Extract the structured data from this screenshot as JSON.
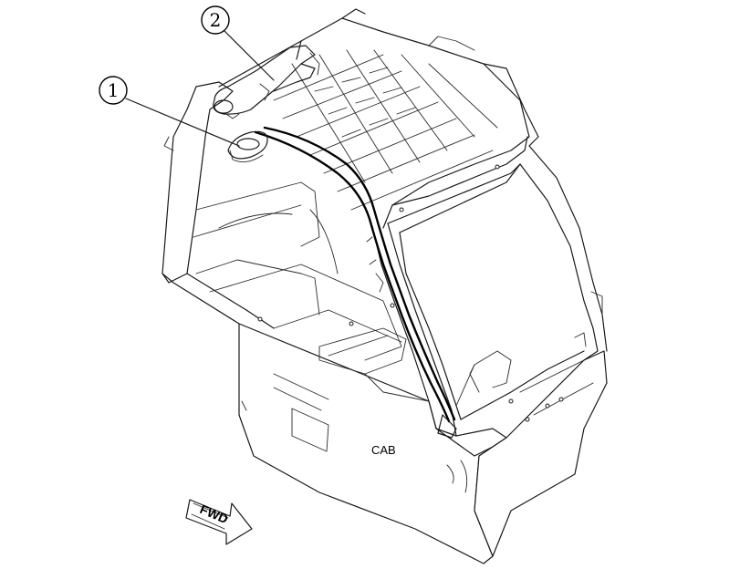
{
  "callouts": [
    {
      "id": "1",
      "label": "1"
    },
    {
      "id": "2",
      "label": "2"
    }
  ],
  "cab_label": "CAB",
  "direction_label": "FWD"
}
